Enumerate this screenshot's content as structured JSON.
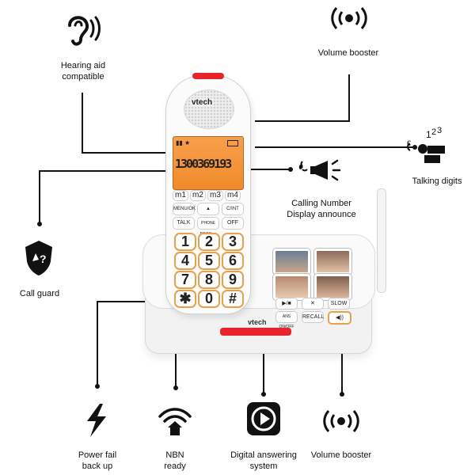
{
  "labels": {
    "hearing_aid": "Hearing aid\ncompatible",
    "volume_booster_top": "Volume booster",
    "talking_digits": "Talking digits",
    "calling_number": "Calling Number\nDisplay announce",
    "call_guard": "Call guard",
    "power_fail": "Power fail\nback up",
    "nbn": "NBN\nready",
    "answering": "Digital answering\nsystem",
    "volume_booster_bottom": "Volume booster"
  },
  "phone": {
    "brand": "vtech",
    "base_brand": "vtech",
    "display_number": "1300369193",
    "memory_keys": [
      "m1",
      "m2",
      "m3",
      "m4"
    ],
    "soft_keys": [
      "MENU/OK",
      "▲ REDIAL",
      "C/INT BACK",
      "TALK",
      "PHONE BOOK ▼",
      "OFF"
    ],
    "digits": [
      "1",
      "2",
      "3",
      "4",
      "5",
      "6",
      "7",
      "8",
      "9",
      "✱",
      "0",
      "#"
    ],
    "base_keys": [
      "▶/■",
      "✕",
      "SLOW",
      "ANS ON/OFF",
      "RECALL",
      "◀))"
    ]
  },
  "colors": {
    "accent_red": "#e8232b",
    "screen_orange": "#f39436",
    "key_outline": "#e9a04a"
  }
}
